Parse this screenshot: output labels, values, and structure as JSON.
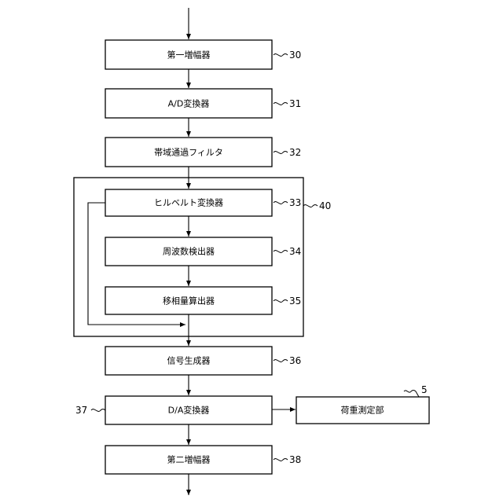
{
  "blocks": {
    "amp1": "第一増幅器",
    "adc": "A/D変換器",
    "bpf": "帯域通過フィルタ",
    "hilbert": "ヒルベルト変換器",
    "freq": "周波数検出器",
    "phase": "移相量算出器",
    "siggen": "信号生成器",
    "dac": "D/A変換器",
    "amp2": "第二増幅器",
    "load": "荷重測定部"
  },
  "refs": {
    "amp1": "30",
    "adc": "31",
    "bpf": "32",
    "hilbert": "33",
    "freq": "34",
    "phase": "35",
    "siggen": "36",
    "dac": "37",
    "amp2": "38",
    "group": "40",
    "load": "5"
  }
}
